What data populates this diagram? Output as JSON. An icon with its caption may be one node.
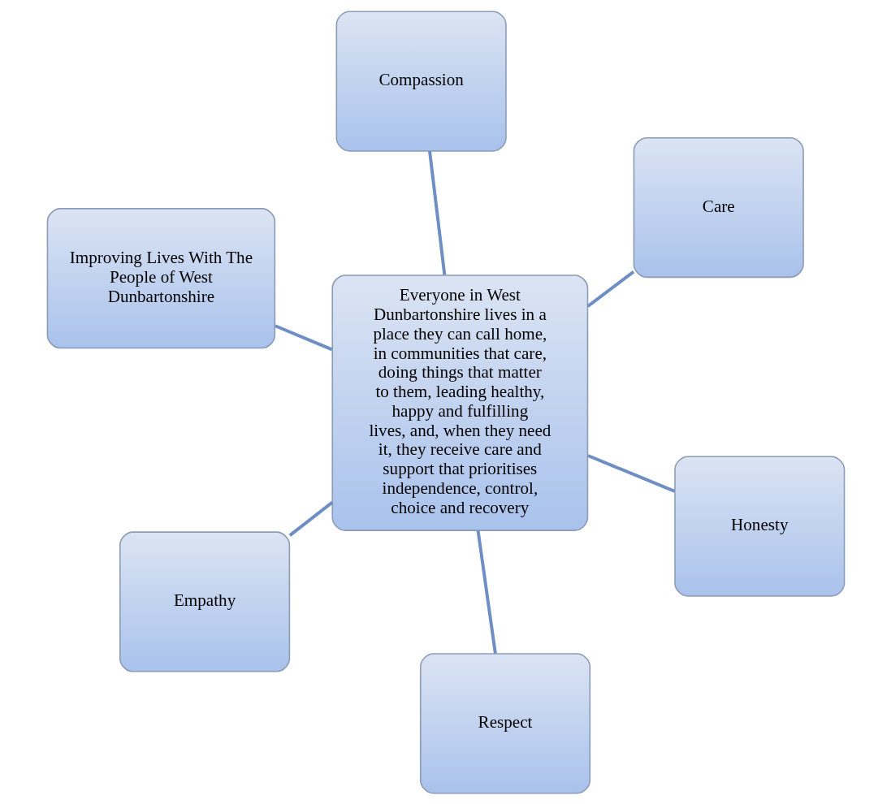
{
  "diagram": {
    "nodes": [
      {
        "text": [
          "Improving Lives With The People of West Dunbartonshire"
        ]
      },
      {
        "text": [
          "Honesty"
        ]
      },
      {
        "text": [
          "Respect"
        ]
      },
      {
        "text": [
          "Everyone in West Dunbartonshire lives in a place they can call home, in communities that care, doing things that matter to them, leading healthy, happy and fulfilling lives, and, when they need it, they receive care and support that prioritises independence, control, choice and recovery"
        ]
      },
      {
        "text": [
          "Care"
        ]
      },
      {
        "text": [
          "Compassion"
        ]
      },
      {
        "text": [
          "Empathy"
        ]
      }
    ],
    "edges": [
      {
        "from": 3,
        "to": 0,
        "arrow": "none"
      },
      {
        "from": 3,
        "to": 1,
        "arrow": "none"
      },
      {
        "from": 3,
        "to": 2,
        "arrow": "none"
      },
      {
        "from": 3,
        "to": 4,
        "arrow": "none"
      },
      {
        "from": 3,
        "to": 5,
        "arrow": "none"
      },
      {
        "from": 3,
        "to": 6,
        "arrow": "none"
      }
    ]
  }
}
